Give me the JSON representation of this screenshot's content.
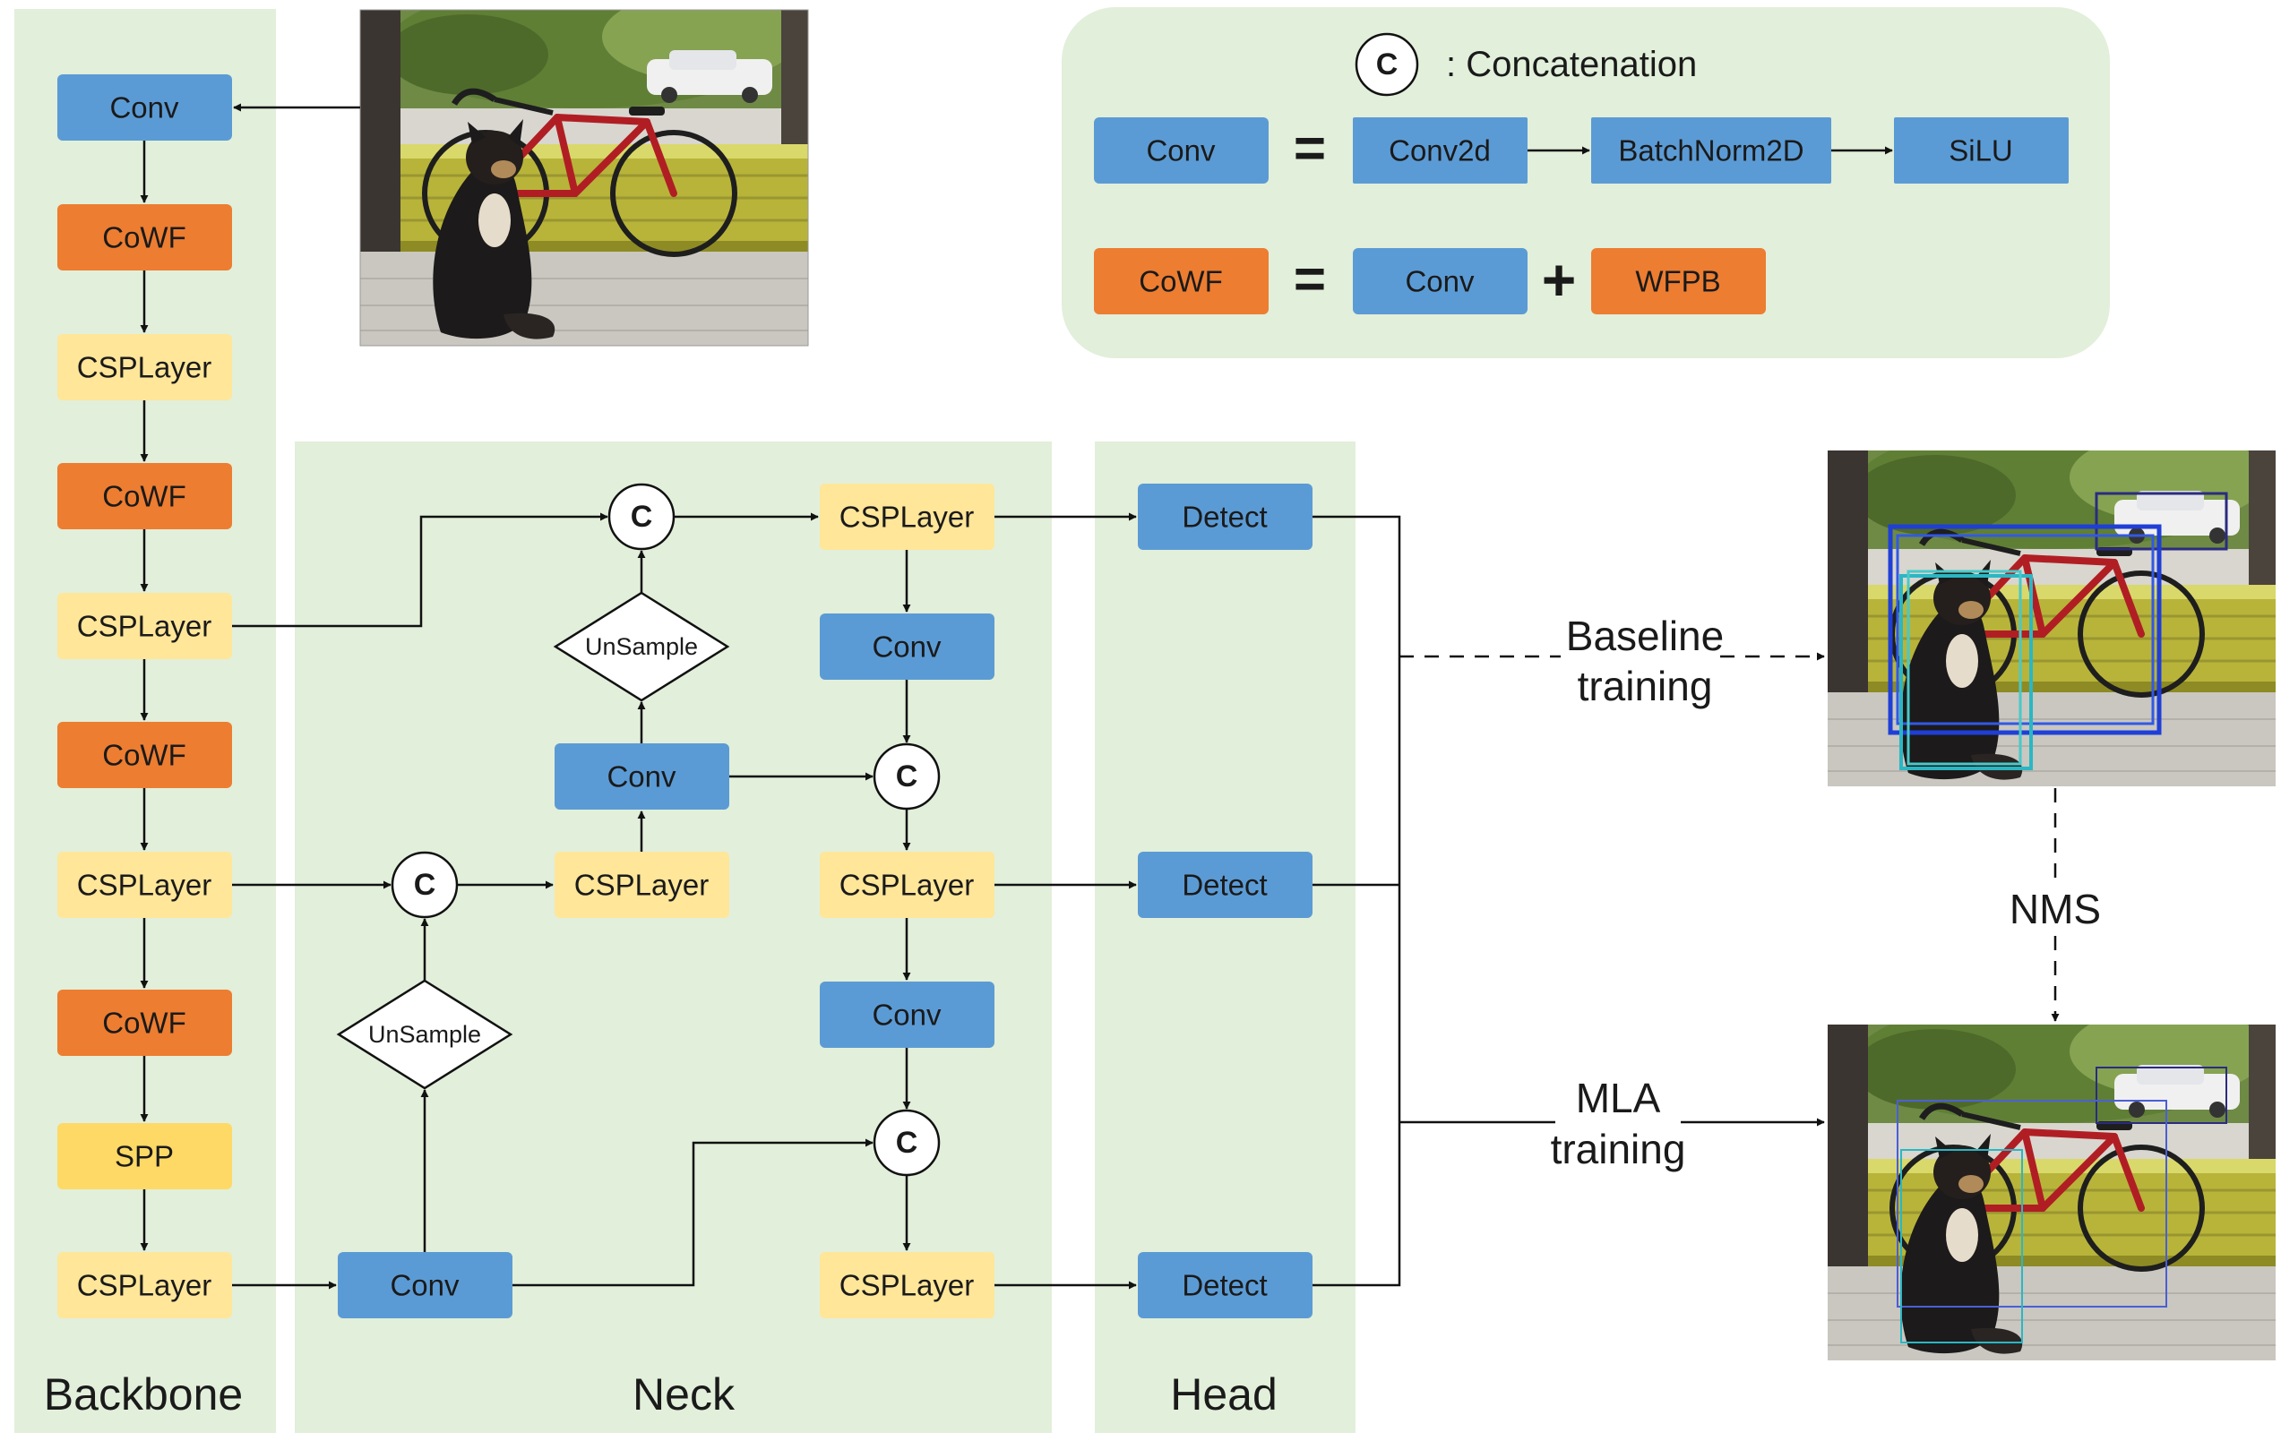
{
  "colors": {
    "panel_green": "#e2efda",
    "conv_blue": "#5b9bd5",
    "cowf_orange": "#ed7d31",
    "csp_yellow": "#ffe699",
    "spp_yellow": "#ffd966",
    "bbox_blue": "#1f3fd6",
    "bbox_cyan": "#2ab7c4",
    "bbox_navy": "#2b2b80"
  },
  "panels": {
    "backbone": "Backbone",
    "neck": "Neck",
    "head": "Head"
  },
  "legend": {
    "concat_symbol": "C",
    "concat_text": ": Concatenation",
    "row1": {
      "lhs": "Conv",
      "eq": "=",
      "a": "Conv2d",
      "b": "BatchNorm2D",
      "c": "SiLU"
    },
    "row2": {
      "lhs": "CoWF",
      "eq": "=",
      "a": "Conv",
      "plus": "+",
      "b": "WFPB"
    }
  },
  "backbone": [
    "Conv",
    "CoWF",
    "CSPLayer",
    "CoWF",
    "CSPLayer",
    "CoWF",
    "CSPLayer",
    "CoWF",
    "SPP",
    "CSPLayer"
  ],
  "neck": {
    "concat": "C",
    "upsample": "UnSample",
    "csp": "CSPLayer",
    "conv": "Conv"
  },
  "head": {
    "detect": "Detect"
  },
  "outputs": {
    "baseline_line1": "Baseline",
    "baseline_line2": "training",
    "nms": "NMS",
    "mla_line1": "MLA",
    "mla_line2": "training"
  },
  "icons": [
    "input-photo-dog-bicycle",
    "detection-result-baseline",
    "detection-result-mla"
  ]
}
